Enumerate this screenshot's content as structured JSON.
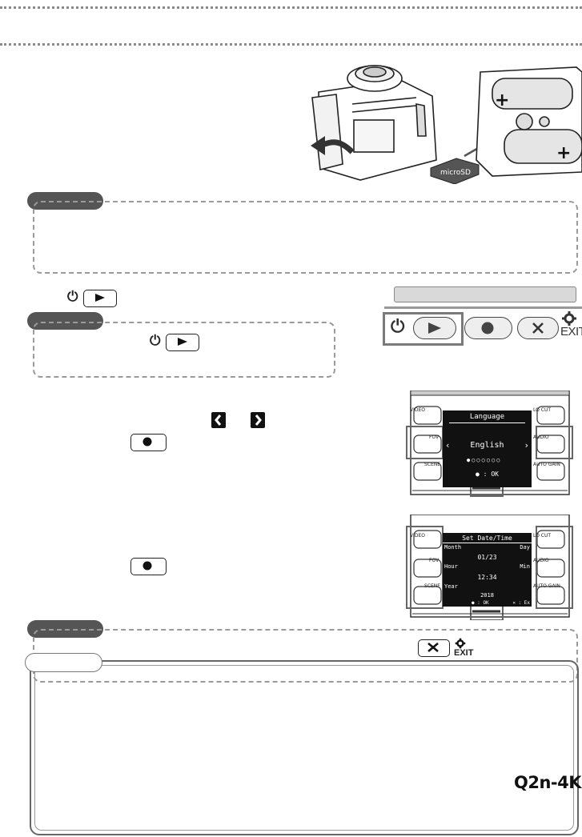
{
  "controls": {
    "power_symbol": "⏻",
    "exit_label": "EXIT"
  },
  "language_screen": {
    "title": "Language",
    "value": "English",
    "ok_hint": "● : OK",
    "side_labels_left": [
      "VIDEO",
      "FOV",
      "SCENE"
    ],
    "side_labels_right": [
      "LO CUT",
      "AUDIO",
      "AUTO GAIN"
    ]
  },
  "datetime_screen": {
    "title": "Set Date/Time",
    "month_label": "Month",
    "day_label": "Day",
    "date_value": "01/23",
    "hour_label": "Hour",
    "min_label": "Min",
    "time_value": "12:34",
    "year_label": "Year",
    "year_value": "2018",
    "ok_hint": "● : OK",
    "cancel_hint": "✕ : Ex",
    "side_labels_left": [
      "VIDEO",
      "FOV",
      "SCENE"
    ],
    "side_labels_right": [
      "LO CUT",
      "AUDIO",
      "AUTO GAIN"
    ]
  },
  "microsd": {
    "label": "microSD"
  },
  "brand": {
    "model": "Q2n-4K"
  }
}
